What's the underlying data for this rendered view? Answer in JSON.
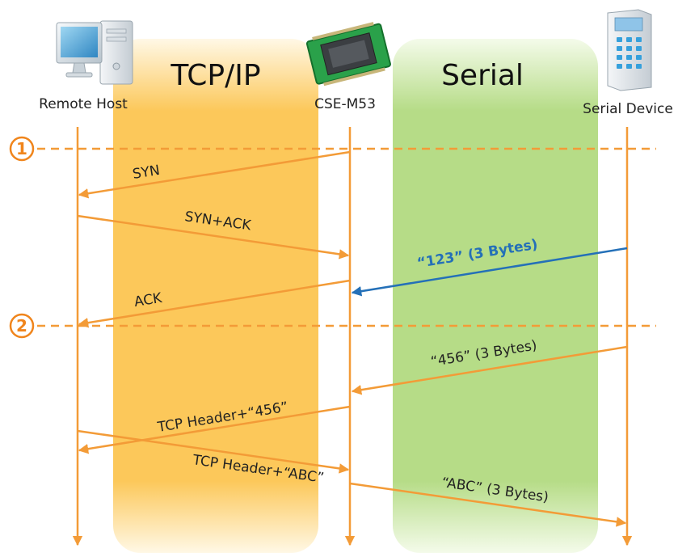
{
  "zones": [
    {
      "label": "TCP/IP",
      "color": "#fcc85a"
    },
    {
      "label": "Serial",
      "color": "#b6dc87"
    }
  ],
  "participants": [
    {
      "label": "Remote Host",
      "icon": "desktop-computer-icon"
    },
    {
      "label": "CSE-M53",
      "icon": "circuit-board-icon"
    },
    {
      "label": "Serial Device",
      "icon": "keypad-terminal-icon"
    }
  ],
  "steps": [
    {
      "label": "1"
    },
    {
      "label": "2"
    }
  ],
  "messages": [
    {
      "label": "SYN"
    },
    {
      "label": "SYN+ACK"
    },
    {
      "label": "“123” (3 Bytes)"
    },
    {
      "label": "ACK"
    },
    {
      "label": "“456” (3 Bytes)"
    },
    {
      "label": "TCP Header+“456”"
    },
    {
      "label": "TCP Header+“ABC”"
    },
    {
      "label": "“ABC” (3 Bytes)"
    }
  ],
  "colors": {
    "lifeline": "#f39b37",
    "message": "#f39b37",
    "highlight": "#2470b8",
    "step": "#f0851c"
  }
}
